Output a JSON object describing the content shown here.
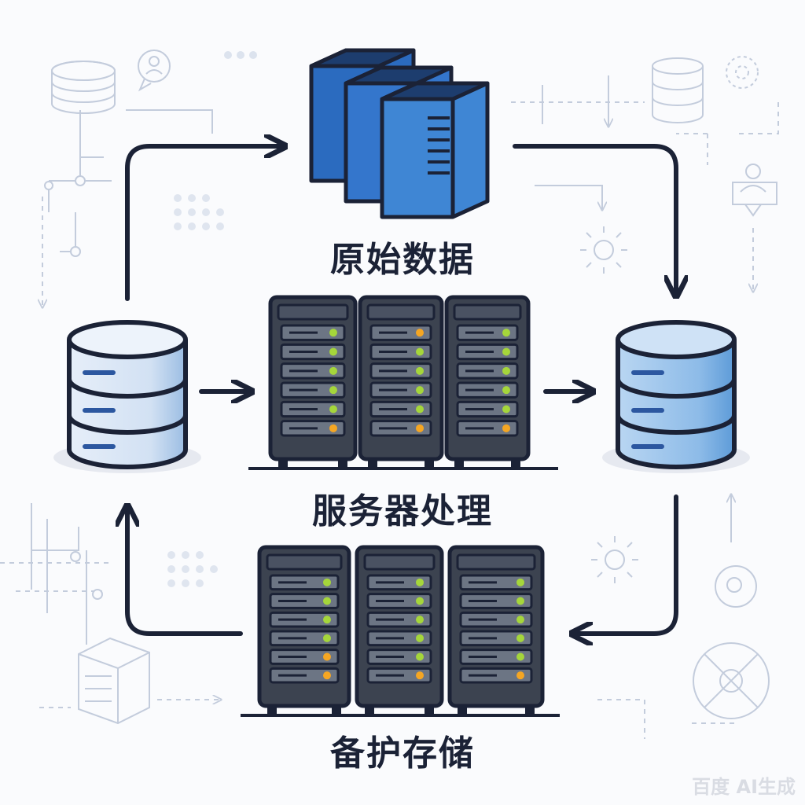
{
  "diagram": {
    "nodes": [
      {
        "id": "raw",
        "label": "原始数据",
        "icon": "document-server-icon"
      },
      {
        "id": "proc",
        "label": "服务器处理",
        "icon": "server-rack-icon"
      },
      {
        "id": "backup",
        "label": "备护存储",
        "icon": "server-rack-icon"
      },
      {
        "id": "db-left",
        "label": "",
        "icon": "database-icon"
      },
      {
        "id": "db-right",
        "label": "",
        "icon": "database-icon"
      }
    ],
    "edges": [
      {
        "from": "db-left",
        "to": "raw"
      },
      {
        "from": "raw",
        "to": "db-right"
      },
      {
        "from": "db-left",
        "to": "proc"
      },
      {
        "from": "proc",
        "to": "db-right"
      },
      {
        "from": "db-right",
        "to": "backup"
      },
      {
        "from": "backup",
        "to": "db-left"
      }
    ]
  },
  "watermark": "百度 AI生成",
  "colors": {
    "outline": "#1b2236",
    "blue_fill": "#3f86d4",
    "light_blue": "#d6e6f7",
    "rack_dark": "#3c4350",
    "led_green": "#a5d63b",
    "led_orange": "#f5a623",
    "bg_line": "#c3ccdc"
  }
}
